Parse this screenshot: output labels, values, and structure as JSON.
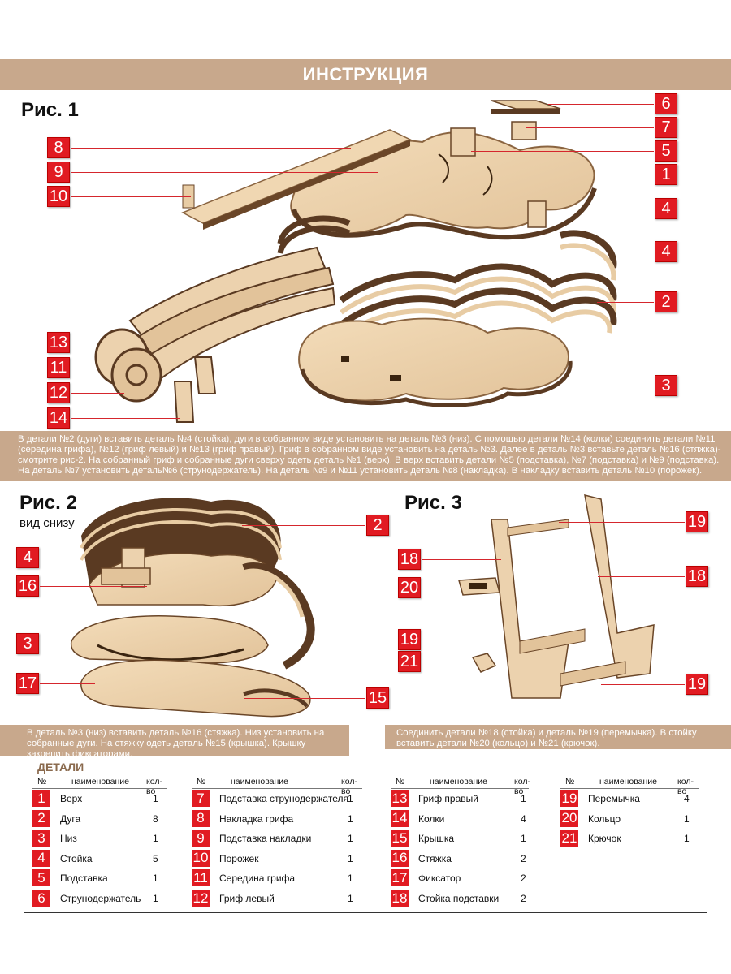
{
  "header": {
    "title": "ИНСТРУКЦИЯ"
  },
  "figures": {
    "fig1": {
      "label": "Рис. 1"
    },
    "fig2": {
      "label": "Рис. 2",
      "sublabel": "вид снизу"
    },
    "fig3": {
      "label": "Рис. 3"
    }
  },
  "callouts": {
    "fig1": [
      "6",
      "7",
      "5",
      "1",
      "4",
      "4",
      "2",
      "3",
      "8",
      "9",
      "10",
      "13",
      "11",
      "12",
      "14"
    ],
    "fig2": [
      "2",
      "4",
      "16",
      "3",
      "17",
      "15"
    ],
    "fig3": [
      "19",
      "18",
      "18",
      "20",
      "19",
      "21",
      "19"
    ]
  },
  "descriptions": {
    "fig1": "В детали №2 (дуги) вставить деталь №4 (стойка), дуги в собранном виде установить на деталь №3 (низ). С помощью детали №14 (колки) соединить детали №11 (середина грифа), №12 (гриф левый) и №13 (гриф правый). Гриф в собранном виде установить на деталь №3. Далее в деталь №3 вставьте деталь №16 (стяжка)-смотрите рис-2. На собранный гриф и собранные дуги сверху одеть деталь №1 (верх). В верх вставить детали №5 (подставка), №7 (подставка) и №9 (подставка). На деталь №7 установить деталь№6 (струнодержатель). На деталь №9 и №11 установить деталь №8 (накладка). В накладку вставить деталь №10 (порожек).",
    "fig2": "В деталь №3 (низ) вставить деталь №16 (стяжка). Низ установить на собранные дуги. На стяжку одеть деталь №15 (крышка). Крышку закрепить фиксаторами.",
    "fig3": "Соединить детали №18 (стойка) и деталь №19 (перемычка). В стойку вставить детали №20 (кольцо) и №21 (крючок)."
  },
  "parts": {
    "title": "ДЕТАЛИ",
    "headers": {
      "num": "№",
      "name": "наименование",
      "qty": "кол-во"
    },
    "columns": [
      [
        {
          "num": "1",
          "name": "Верх",
          "qty": "1"
        },
        {
          "num": "2",
          "name": "Дуга",
          "qty": "8"
        },
        {
          "num": "3",
          "name": "Низ",
          "qty": "1"
        },
        {
          "num": "4",
          "name": "Стойка",
          "qty": "5"
        },
        {
          "num": "5",
          "name": "Подставка",
          "qty": "1"
        },
        {
          "num": "6",
          "name": "Струнодержатель",
          "qty": "1"
        }
      ],
      [
        {
          "num": "7",
          "name": "Подставка струнодержателя",
          "qty": "1"
        },
        {
          "num": "8",
          "name": "Накладка грифа",
          "qty": "1"
        },
        {
          "num": "9",
          "name": "Подставка накладки",
          "qty": "1"
        },
        {
          "num": "10",
          "name": "Порожек",
          "qty": "1"
        },
        {
          "num": "11",
          "name": "Середина грифа",
          "qty": "1"
        },
        {
          "num": "12",
          "name": "Гриф левый",
          "qty": "1"
        }
      ],
      [
        {
          "num": "13",
          "name": "Гриф правый",
          "qty": "1"
        },
        {
          "num": "14",
          "name": "Колки",
          "qty": "4"
        },
        {
          "num": "15",
          "name": "Крышка",
          "qty": "1"
        },
        {
          "num": "16",
          "name": "Стяжка",
          "qty": "2"
        },
        {
          "num": "17",
          "name": "Фиксатор",
          "qty": "2"
        },
        {
          "num": "18",
          "name": "Стойка подставки",
          "qty": "2"
        }
      ],
      [
        {
          "num": "19",
          "name": "Перемычка",
          "qty": "4"
        },
        {
          "num": "20",
          "name": "Кольцо",
          "qty": "1"
        },
        {
          "num": "21",
          "name": "Крючок",
          "qty": "1"
        }
      ]
    ]
  },
  "colors": {
    "accent_red": "#e11b22",
    "band_tan": "#c8a88c",
    "wood_light": "#ecd2ae",
    "wood_dark": "#5a3a22"
  }
}
